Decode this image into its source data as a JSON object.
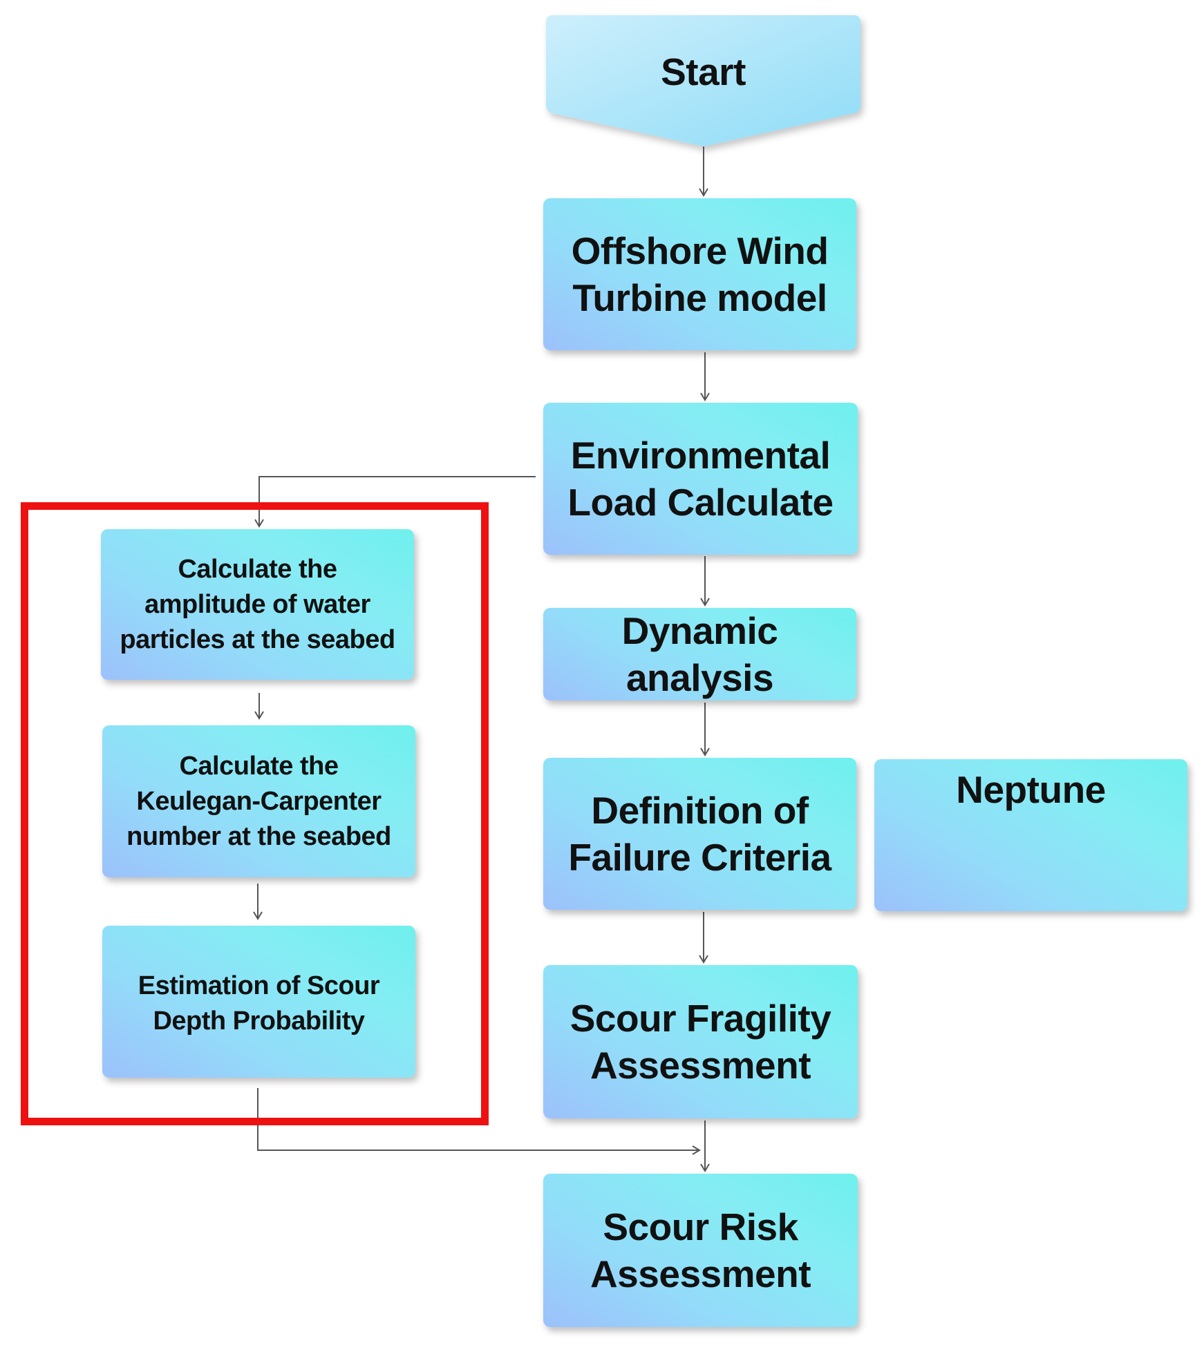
{
  "nodes": {
    "start": "Start",
    "offshore_model": "Offshore Wind\nTurbine model",
    "environmental_load": "Environmental\nLoad Calculate",
    "dynamic_analysis": "Dynamic  analysis",
    "failure_criteria": "Definition of\nFailure Criteria",
    "neptune": "Neptune",
    "scour_fragility": "Scour Fragility\nAssessment",
    "scour_risk": "Scour Risk\nAssessment",
    "amplitude": "Calculate the\namplitude of water\nparticles at the seabed",
    "keulegan": "Calculate the\nKeulegan-Carpenter\nnumber at the seabed",
    "scour_depth": "Estimation of Scour\nDepth Probability"
  },
  "colors": {
    "highlight_frame": "#ee1111",
    "connector": "#555555",
    "text": "#111111"
  }
}
